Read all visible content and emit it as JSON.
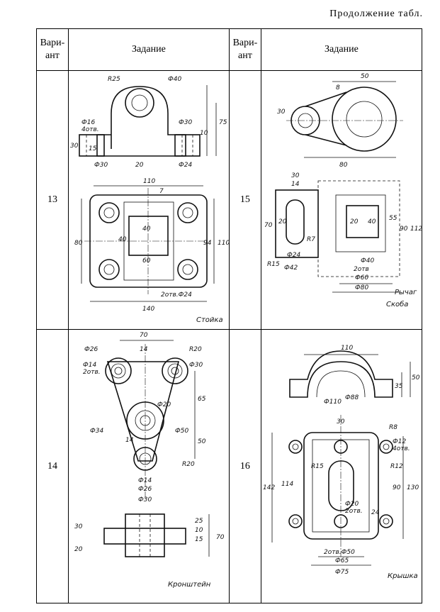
{
  "caption": "Продолжение табл.",
  "table": {
    "header_variant": "Вари-ант",
    "header_variant_l1": "Вари-",
    "header_variant_l2": "ант",
    "header_task": "Задание"
  },
  "rows": [
    {
      "left": {
        "variant": "13",
        "title": "Стойка",
        "dims": [
          "R25",
          "Ф40",
          "Ф16",
          "4отв.",
          "Ф30",
          "10",
          "75",
          "30",
          "15",
          "Ф30",
          "20",
          "Ф24",
          "110",
          "7",
          "80",
          "40",
          "40",
          "94",
          "110",
          "60",
          "2отв.Ф24",
          "140"
        ]
      },
      "right": {
        "variant": "15",
        "title": "Скоба",
        "subtitle": "Рычаг",
        "dims": [
          "50",
          "8",
          "30",
          "80",
          "30",
          "14",
          "70",
          "20",
          "R7",
          "R15",
          "Ф24",
          "Ф42",
          "20",
          "40",
          "55",
          "90",
          "112",
          "Ф40",
          "2отв",
          "Ф60",
          "Ф80"
        ]
      }
    },
    {
      "left": {
        "variant": "14",
        "title": "Кронштейн",
        "dims": [
          "70",
          "Ф26",
          "14",
          "R20",
          "Ф14",
          "2отв.",
          "Ф30",
          "Ф20",
          "65",
          "Ф34",
          "Ф50",
          "14",
          "50",
          "R20",
          "Ф14",
          "Ф26",
          "Ф30",
          "30",
          "25",
          "20",
          "10",
          "15",
          "70"
        ]
      },
      "right": {
        "variant": "16",
        "title": "Крышка",
        "dims": [
          "110",
          "35",
          "50",
          "Ф110",
          "Ф88",
          "30",
          "R8",
          "Ф12",
          "4отв.",
          "R15",
          "R12",
          "114",
          "142",
          "90",
          "130",
          "Ф20",
          "2отв.",
          "24",
          "2отв.Ф50",
          "Ф65",
          "Ф75"
        ]
      }
    }
  ]
}
